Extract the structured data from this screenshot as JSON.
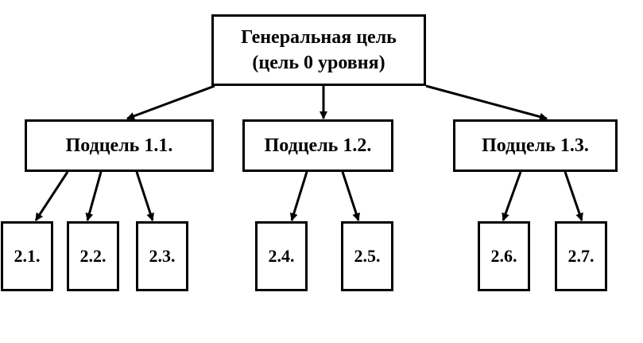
{
  "root": {
    "line1": "Генеральная цель",
    "line2": "(цель 0 уровня)"
  },
  "level1": [
    {
      "label": "Подцель 1.1."
    },
    {
      "label": "Подцель 1.2."
    },
    {
      "label": "Подцель 1.3."
    }
  ],
  "level2": [
    {
      "label": "2.1."
    },
    {
      "label": "2.2."
    },
    {
      "label": "2.3."
    },
    {
      "label": "2.4."
    },
    {
      "label": "2.5."
    },
    {
      "label": "2.6."
    },
    {
      "label": "2.7."
    }
  ],
  "colors": {
    "stroke": "#000000",
    "background": "#ffffff"
  }
}
